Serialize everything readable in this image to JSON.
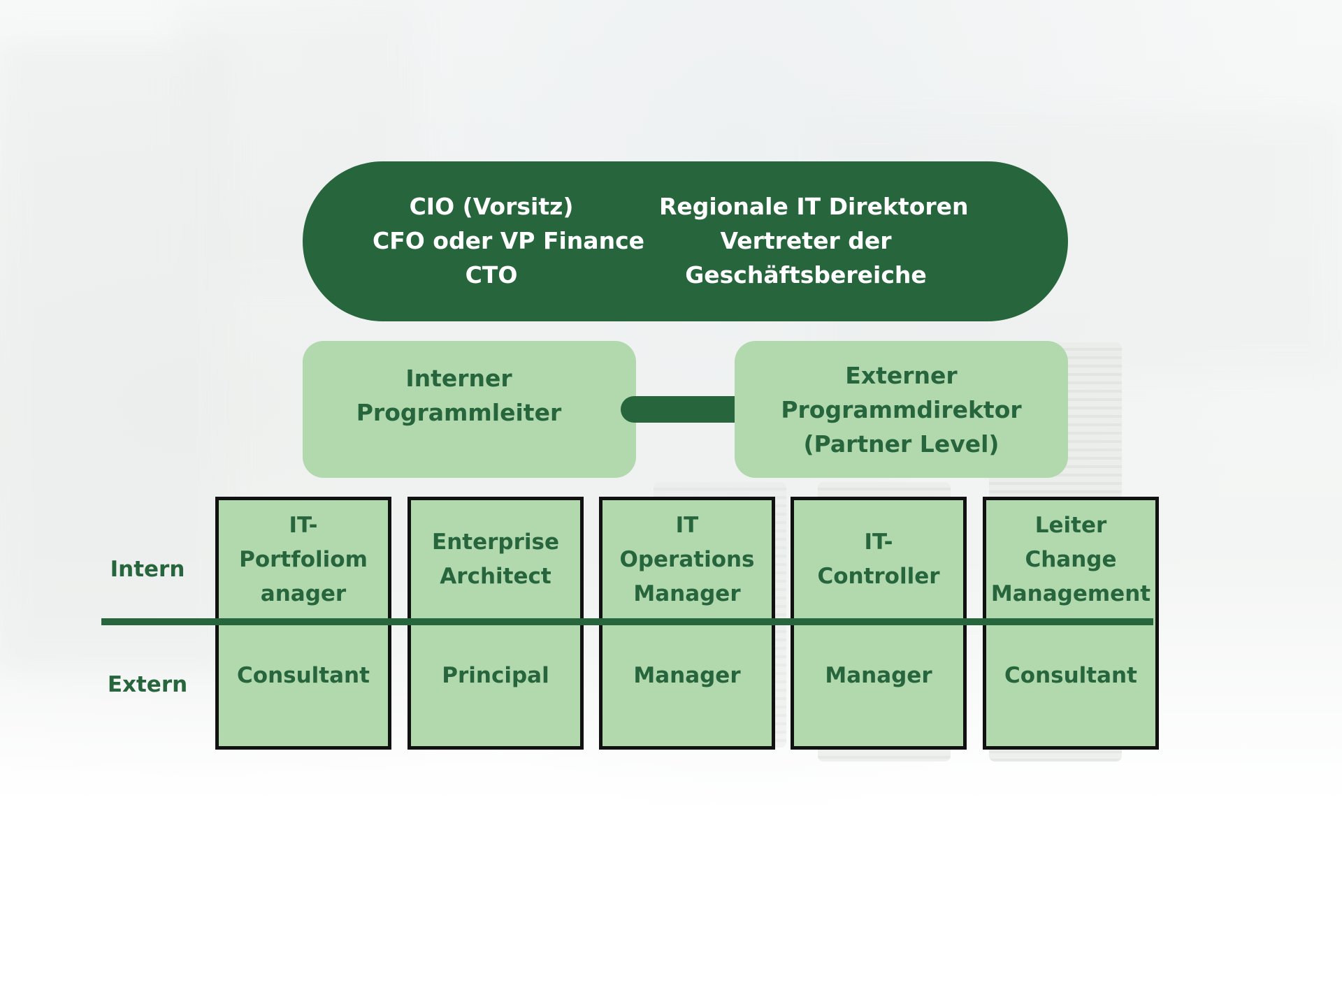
{
  "governance": {
    "left": [
      "CIO (Vorsitz)",
      "CFO oder VP Finance",
      "CTO"
    ],
    "right": [
      "Regionale IT Direktoren",
      "Vertreter der",
      "Geschäftsbereiche"
    ]
  },
  "program": {
    "internal": "Interner\nProgrammleiter",
    "external": "Externer\nProgrammdirektor\n(Partner Level)"
  },
  "labels": {
    "intern": "Intern",
    "extern": "Extern"
  },
  "roles": [
    {
      "intern": "IT-\nPortfoliom\nanager",
      "extern": "Consultant"
    },
    {
      "intern": "Enterprise\nArchitect",
      "extern": "Principal"
    },
    {
      "intern": "IT\nOperations\nManager",
      "extern": "Manager"
    },
    {
      "intern": "IT-\nController",
      "extern": "Manager"
    },
    {
      "intern": "Leiter\nChange\nManagement",
      "extern": "Consultant"
    }
  ],
  "colors": {
    "dark_green": "#27663d",
    "light_green": "#b2d8ae",
    "border": "#111111"
  }
}
